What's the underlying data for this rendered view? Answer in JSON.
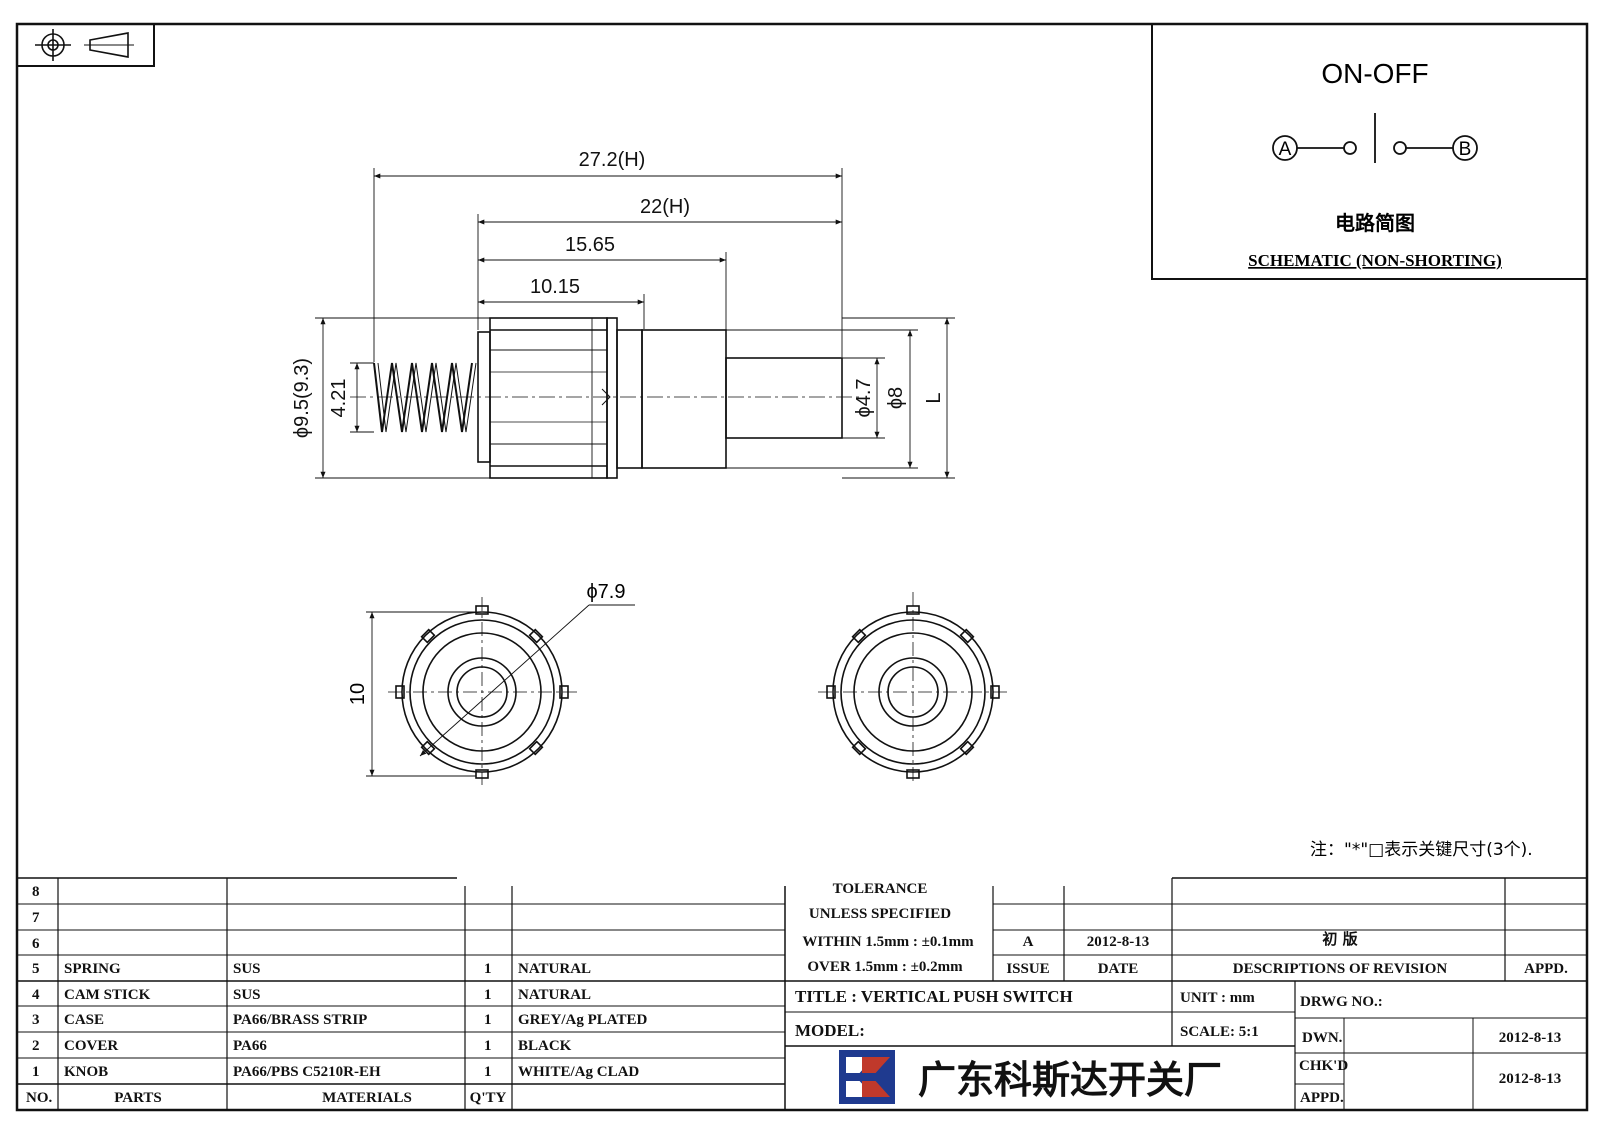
{
  "schematic": {
    "title": "ON-OFF",
    "terminal_a": "A",
    "terminal_b": "B",
    "caption_cn": "电路简图",
    "caption_en": "SCHEMATIC (NON-SHORTING)"
  },
  "dimensions": {
    "total_height": "27.2(H)",
    "body_height": "22(H)",
    "case_length": "15.65",
    "knob_length": "10.15",
    "outer_dia": "ϕ9.5(9.3)",
    "spring_dia": "4.21",
    "stem_dia": "ϕ4.7",
    "body_dia": "ϕ8",
    "stroke": "L",
    "face_dia": "ϕ7.9",
    "face_width": "10"
  },
  "note": "注：\"*\"□表示关键尺寸(3个).",
  "tolerance": {
    "title": "TOLERANCE",
    "unless": "UNLESS  SPECIFIED",
    "within": "WITHIN 1.5mm : ±0.1mm",
    "over": "OVER 1.5mm : ±0.2mm"
  },
  "revision": {
    "issue": "A",
    "date": "2012-8-13",
    "description": "初  版",
    "issue_header": "ISSUE",
    "date_header": "DATE",
    "desc_header": "DESCRIPTIONS OF REVISION",
    "appd_header": "APPD."
  },
  "title_block": {
    "title": "TITLE :  VERTICAL PUSH SWITCH",
    "unit": "UNIT :  mm",
    "drawing_no": "DRWG NO.:",
    "model": "MODEL:",
    "scale": "SCALE:  5:1",
    "drawn_label": "DWN.",
    "drawn_date": "2012-8-13",
    "checked_label": "CHK'D",
    "checked_date": "2012-8-13",
    "approved_label": "APPD.",
    "company": "广东科斯达开关厂"
  },
  "bom": {
    "headers": {
      "no": "NO.",
      "parts": "PARTS",
      "materials": "MATERIALS",
      "qty": "Q'TY"
    },
    "rows": [
      {
        "no": "8",
        "part": "",
        "material": "",
        "qty": "",
        "finish": ""
      },
      {
        "no": "7",
        "part": "",
        "material": "",
        "qty": "",
        "finish": ""
      },
      {
        "no": "6",
        "part": "",
        "material": "",
        "qty": "",
        "finish": ""
      },
      {
        "no": "5",
        "part": "SPRING",
        "material": "SUS",
        "qty": "1",
        "finish": "NATURAL"
      },
      {
        "no": "4",
        "part": "CAM STICK",
        "material": "SUS",
        "qty": "1",
        "finish": "NATURAL"
      },
      {
        "no": "3",
        "part": "CASE",
        "material": "PA66/BRASS STRIP",
        "qty": "1",
        "finish": "GREY/Ag PLATED"
      },
      {
        "no": "2",
        "part": "COVER",
        "material": "PA66",
        "qty": "1",
        "finish": "BLACK"
      },
      {
        "no": "1",
        "part": "KNOB",
        "material": "PA66/PBS C5210R-EH",
        "qty": "1",
        "finish": "WHITE/Ag CLAD"
      }
    ]
  }
}
